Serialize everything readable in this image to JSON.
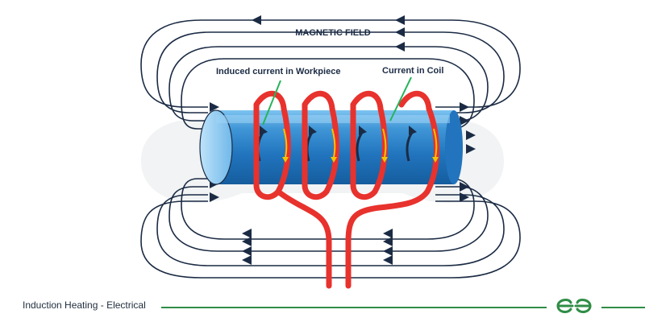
{
  "labels": {
    "magnetic_field": "MAGNETIC FIELD",
    "induced_current": "Induced current in Workpiece",
    "coil_current": "Current in Coil"
  },
  "footer": {
    "title": "Induction Heating - Electrical"
  },
  "colors": {
    "field_lines": "#1b2b44",
    "coil": "#e8322d",
    "coil_current_arrow": "#f5c400",
    "workpiece": "#2b7fc7",
    "pointer": "#25b45a",
    "brand": "#2f8d46"
  },
  "icons": {
    "logo": "geeksforgeeks-logo-icon"
  }
}
